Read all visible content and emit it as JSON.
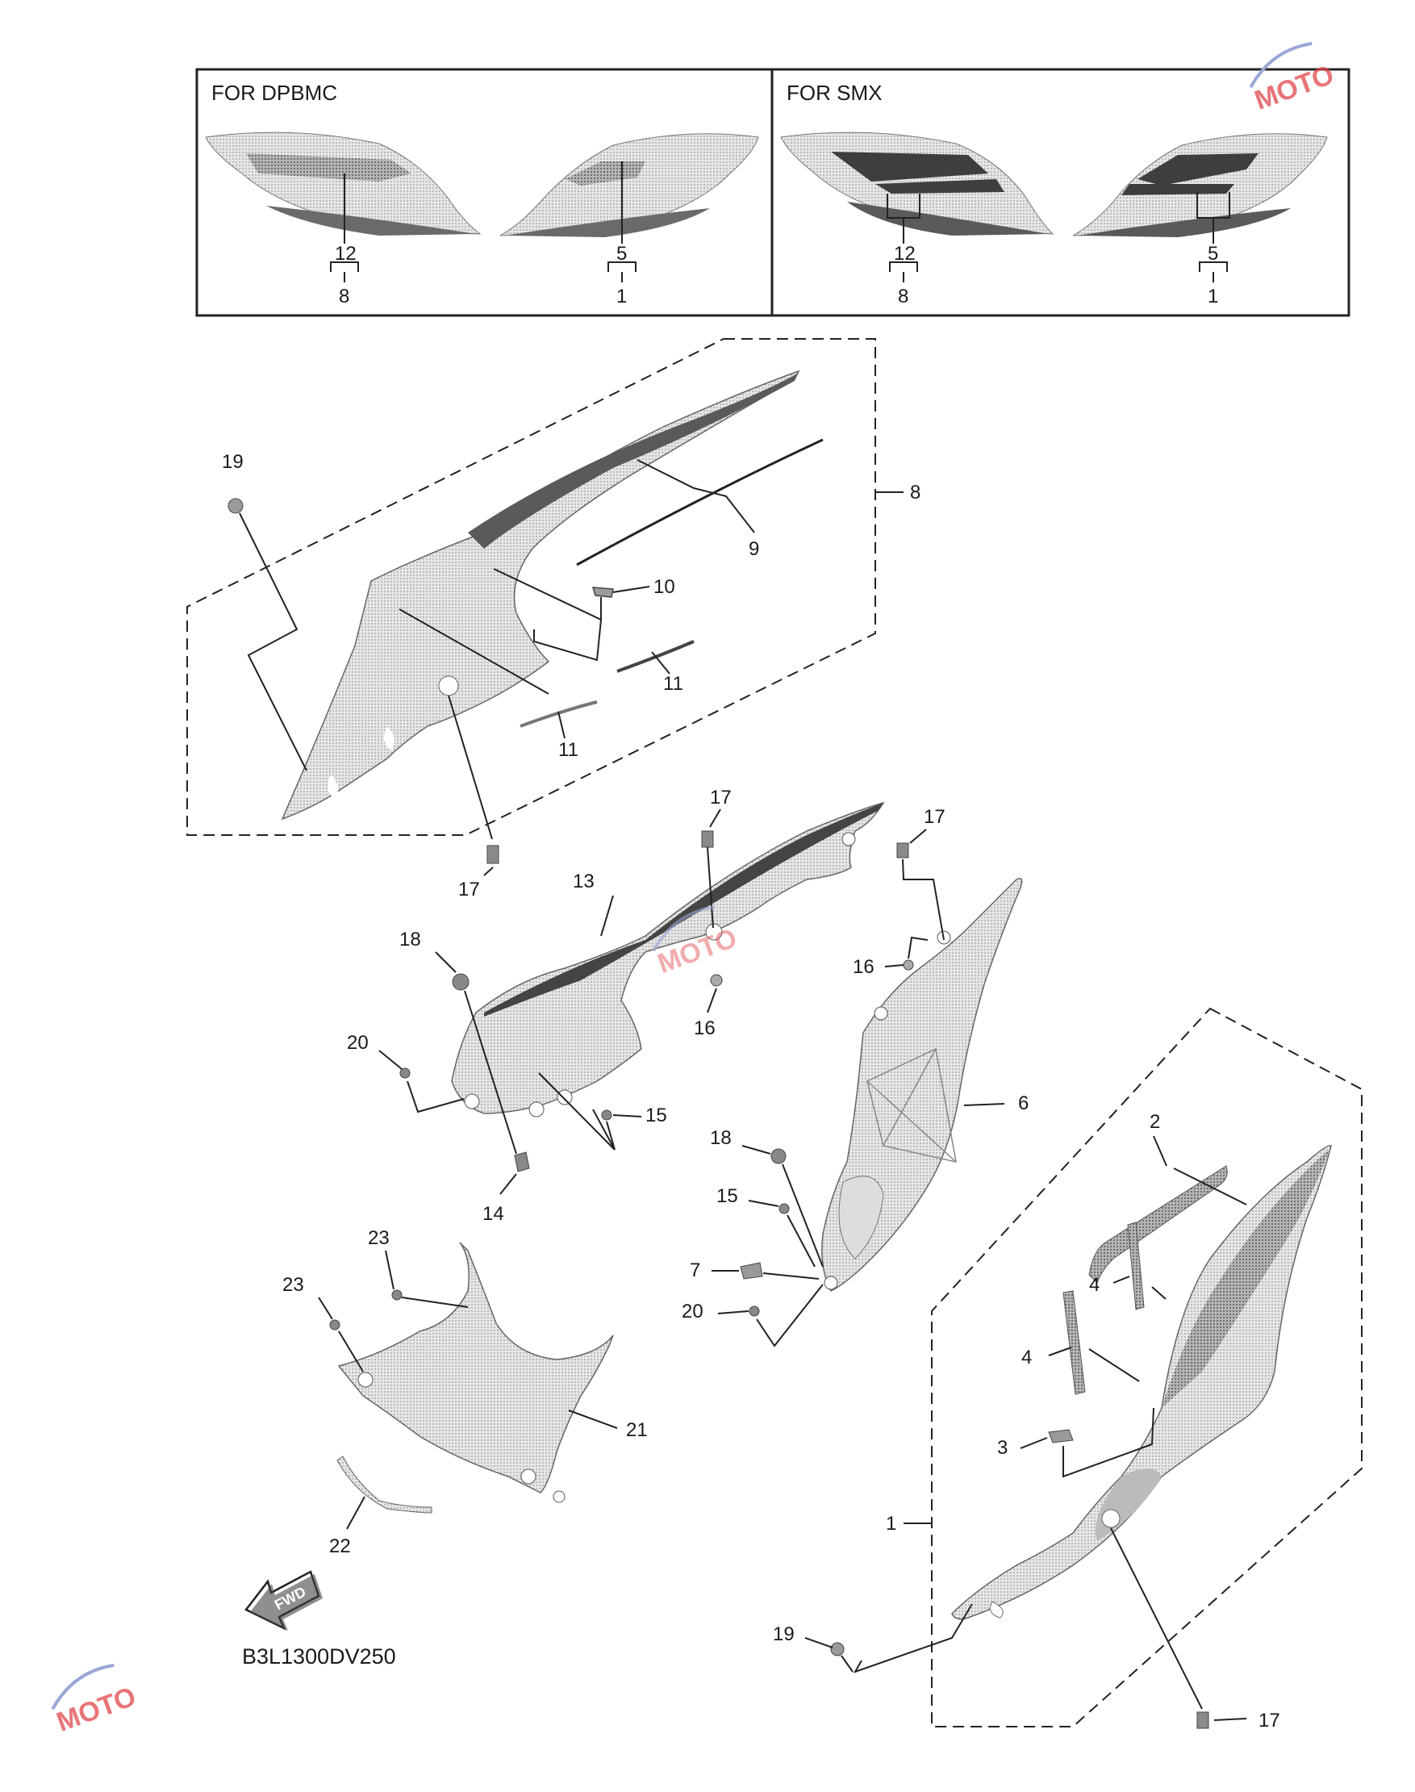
{
  "header_box": {
    "left_title": "FOR DPBMC",
    "right_title": "FOR SMX",
    "left_refs": [
      {
        "top": "12",
        "bottom": "8"
      },
      {
        "top": "5",
        "bottom": "1"
      }
    ],
    "right_refs": [
      {
        "top": "12",
        "bottom": "8"
      },
      {
        "top": "5",
        "bottom": "1"
      }
    ]
  },
  "callouts": {
    "c19a": "19",
    "c8": "8",
    "c9": "9",
    "c10": "10",
    "c11a": "11",
    "c11b": "11",
    "c17a": "17",
    "c17b": "17",
    "c17c": "17",
    "c13": "13",
    "c18a": "18",
    "c16a": "16",
    "c16b": "16",
    "c20a": "20",
    "c15a": "15",
    "c14": "14",
    "c6": "6",
    "c2": "2",
    "c18b": "18",
    "c15b": "15",
    "c7": "7",
    "c20b": "20",
    "c4a": "4",
    "c4b": "4",
    "c23a": "23",
    "c23b": "23",
    "c21": "21",
    "c3": "3",
    "c22": "22",
    "c1": "1",
    "c19b": "19",
    "c17d": "17"
  },
  "fwd_label": "FWD",
  "diagram_code": "B3L1300DV250",
  "watermark_text": "MOTO"
}
